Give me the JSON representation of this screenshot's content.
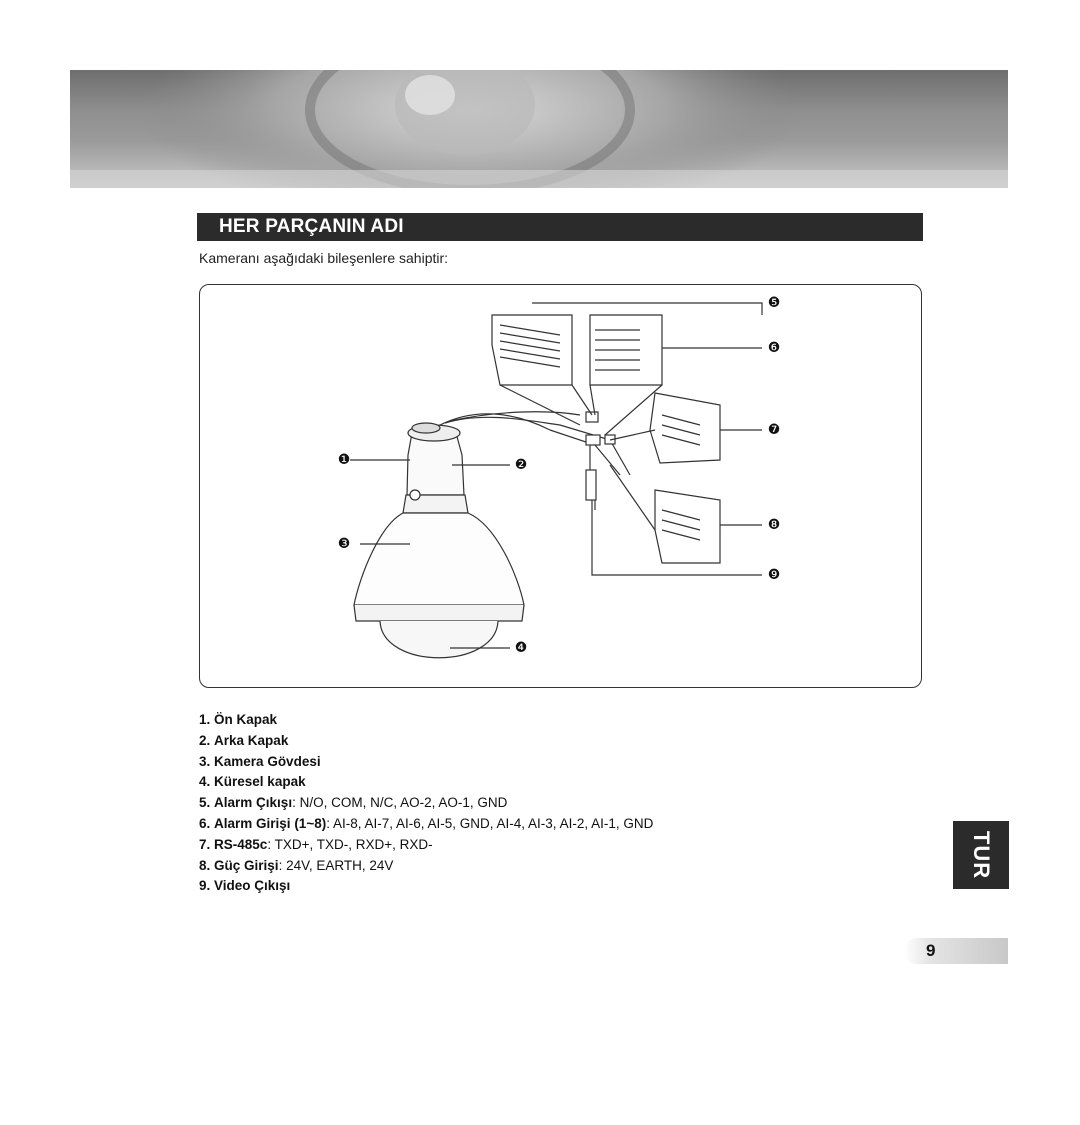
{
  "section": {
    "title": "HER PARÇANIN ADI",
    "intro": "Kameranı aşağıdaki bileşenlere sahiptir:"
  },
  "callouts": [
    "❶",
    "❷",
    "❸",
    "❹",
    "❺",
    "❻",
    "❼",
    "❽",
    "❾"
  ],
  "parts": [
    {
      "num": "1.",
      "name": "Ön Kapak",
      "detail": ""
    },
    {
      "num": "2.",
      "name": "Arka Kapak",
      "detail": ""
    },
    {
      "num": "3.",
      "name": "Kamera Gövdesi",
      "detail": ""
    },
    {
      "num": "4.",
      "name": "Küresel kapak",
      "detail": ""
    },
    {
      "num": "5.",
      "name": "Alarm Çıkışı",
      "detail": ": N/O, COM, N/C, AO-2, AO-1, GND"
    },
    {
      "num": "6.",
      "name": "Alarm Girişi (1~8)",
      "detail": ": AI-8, AI-7, AI-6, AI-5, GND, AI-4, AI-3, AI-2, AI-1, GND"
    },
    {
      "num": "7.",
      "name": "RS-485c",
      "detail": ": TXD+, TXD-, RXD+, RXD-"
    },
    {
      "num": "8.",
      "name": "Güç Girişi",
      "detail": ": 24V, EARTH, 24V"
    },
    {
      "num": "9.",
      "name": "Video Çıkışı",
      "detail": ""
    }
  ],
  "language_tab": "TUR",
  "page_number": "9",
  "colors": {
    "title_bar": "#2b2b2b",
    "tab": "#2b2b2b"
  }
}
